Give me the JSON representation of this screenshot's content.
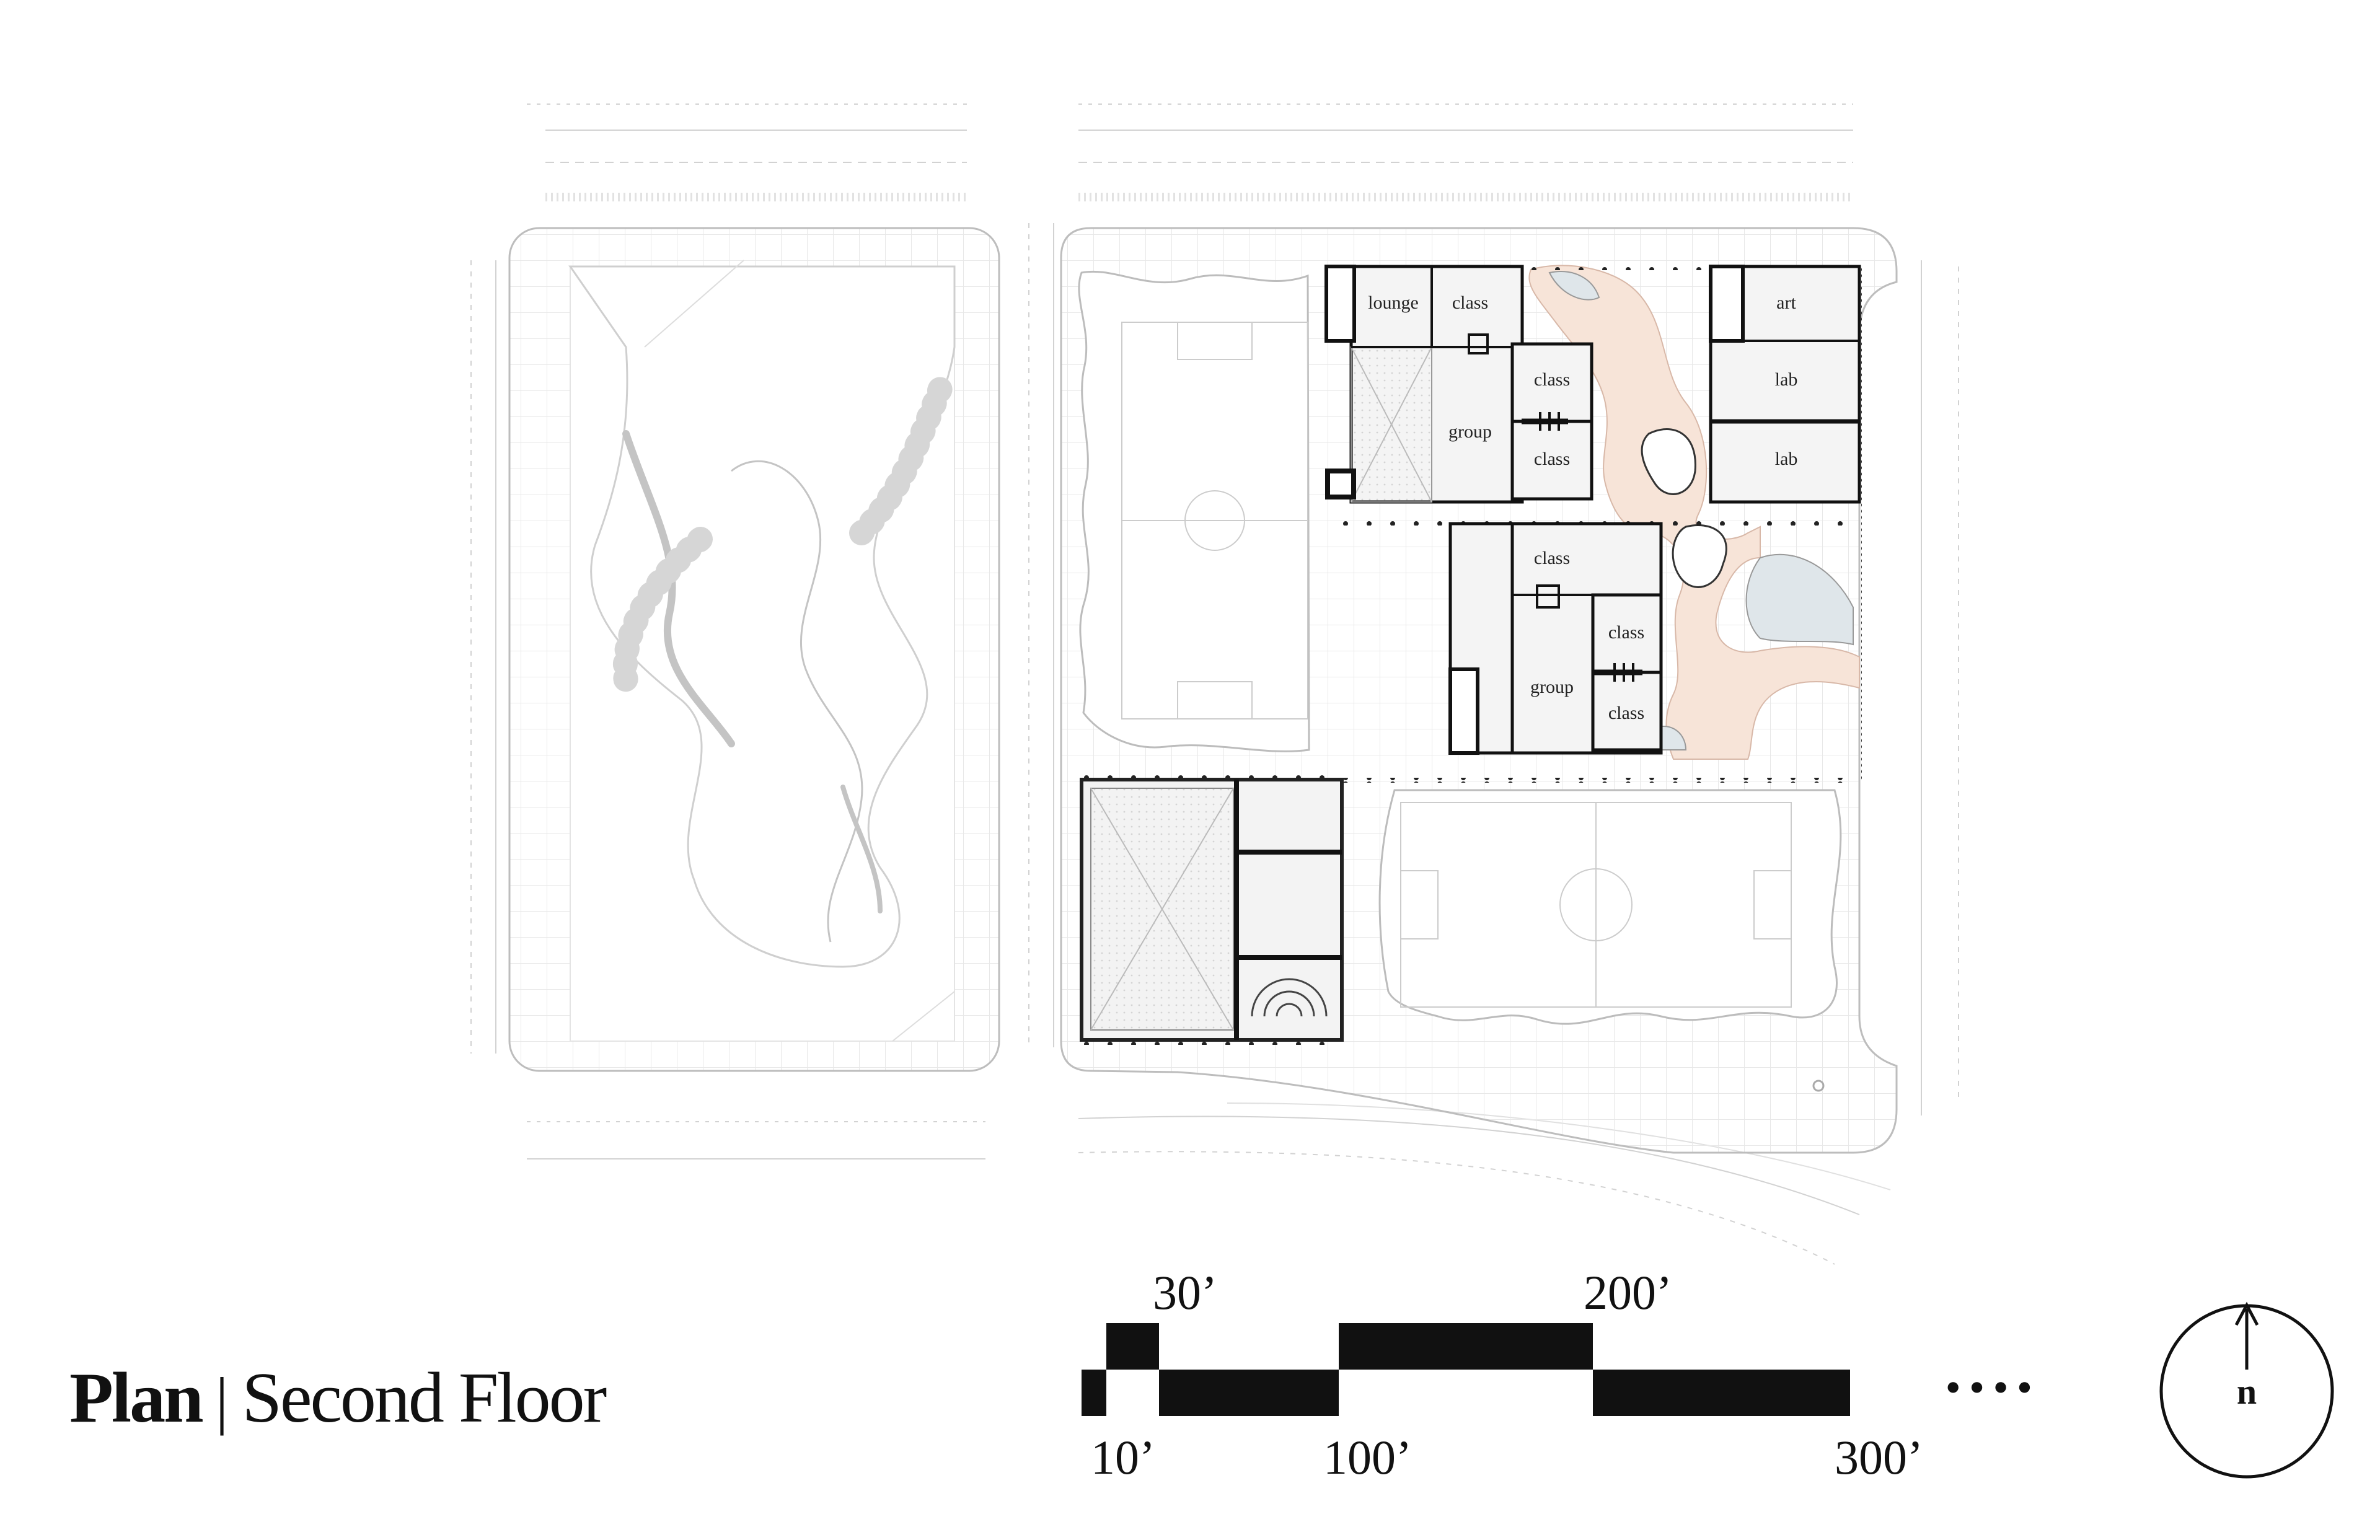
{
  "drawing": {
    "title": "Plan",
    "subtitle": "Second Floor",
    "separator": "|"
  },
  "rooms": [
    {
      "id": "lounge",
      "label": "lounge"
    },
    {
      "id": "class-1",
      "label": "class"
    },
    {
      "id": "class-2",
      "label": "class"
    },
    {
      "id": "group-1",
      "label": "group"
    },
    {
      "id": "class-3",
      "label": "class"
    },
    {
      "id": "art",
      "label": "art"
    },
    {
      "id": "lab-1",
      "label": "lab"
    },
    {
      "id": "lab-2",
      "label": "lab"
    },
    {
      "id": "class-4",
      "label": "class"
    },
    {
      "id": "class-5",
      "label": "class"
    },
    {
      "id": "group-2",
      "label": "group"
    },
    {
      "id": "class-6",
      "label": "class"
    }
  ],
  "scale_bar": {
    "labels_top": [
      "30’",
      "200’"
    ],
    "labels_bottom": [
      "10’",
      "100’",
      "300’"
    ],
    "continuation": "• • • •"
  },
  "north_arrow": {
    "label": "n"
  },
  "colors": {
    "ink": "#111111",
    "site_line": "#c8c8c8",
    "grid_line": "#e6e6e6",
    "circulation_fill": "#f6e3d8",
    "void_fill": "#dfe6ea",
    "room_fill": "#f1f1f1"
  }
}
